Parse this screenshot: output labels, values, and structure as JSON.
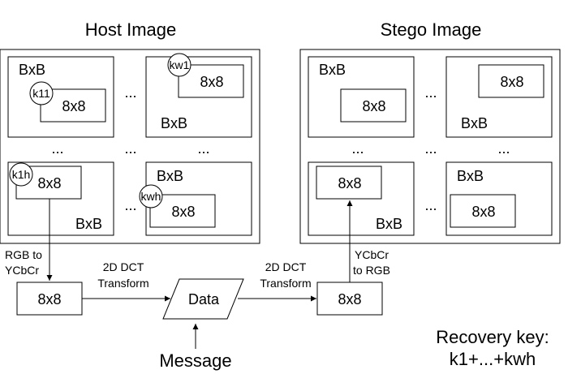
{
  "host": {
    "title": "Host Image",
    "blocks": {
      "tl": {
        "outer": "BxB",
        "inner": "8x8",
        "key": "k11"
      },
      "tr": {
        "outer": "BxB",
        "inner": "8x8",
        "key": "kw1"
      },
      "bl": {
        "outer": "BxB",
        "inner": "8x8",
        "key": "k1h"
      },
      "br": {
        "outer": "BxB",
        "inner": "8x8",
        "key": "kwh"
      }
    },
    "ellipsis": "..."
  },
  "stego": {
    "title": "Stego Image",
    "blocks": {
      "tl": {
        "outer": "BxB",
        "inner": "8x8"
      },
      "tr": {
        "outer": "BxB",
        "inner": "8x8"
      },
      "bl": {
        "outer": "BxB",
        "inner": "8x8"
      },
      "br": {
        "outer": "BxB",
        "inner": "8x8"
      }
    },
    "ellipsis": "..."
  },
  "flow": {
    "rgb_to_ycbcr": [
      "RGB to",
      "YCbCr"
    ],
    "ycbcr_to_rgb": [
      "YCbCr",
      "to RGB"
    ],
    "dct_left": [
      "2D DCT",
      "Transform"
    ],
    "dct_right": [
      "2D DCT",
      "Transform"
    ],
    "block_left": "8x8",
    "block_right": "8x8",
    "data": "Data",
    "message": "Message"
  },
  "recovery": {
    "line1": "Recovery key:",
    "line2": "k1+...+kwh"
  }
}
